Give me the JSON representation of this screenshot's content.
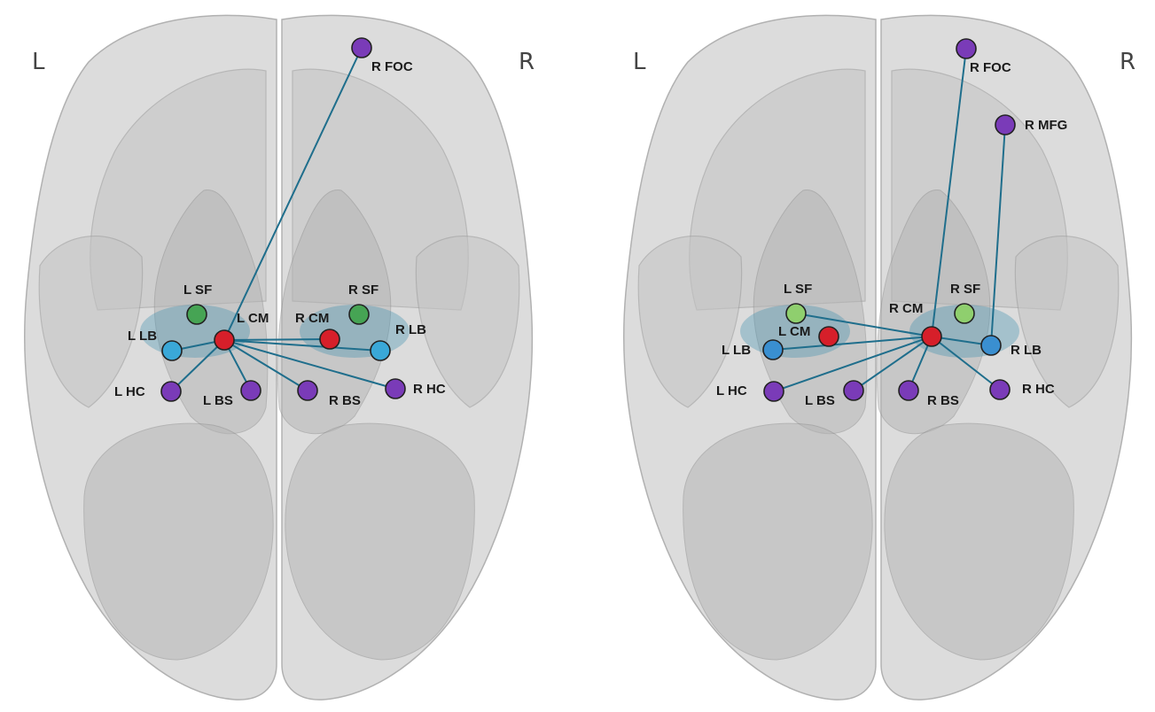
{
  "colors": {
    "CM": "#d61f2a",
    "SF": "#46a454",
    "LB": "#3aa8d8",
    "target": "#7a3bb8",
    "edge": "#1f6e8c"
  },
  "panels": [
    {
      "id": "left",
      "side_left": "L",
      "side_right": "R",
      "hub": "L CM",
      "nodes": [
        {
          "id": "LSF",
          "label": "L SF",
          "group": "SF"
        },
        {
          "id": "LCM",
          "label": "L CM",
          "group": "CM"
        },
        {
          "id": "LLB",
          "label": "L LB",
          "group": "LB"
        },
        {
          "id": "LHC",
          "label": "L HC",
          "group": "target"
        },
        {
          "id": "LBS",
          "label": "L BS",
          "group": "target"
        },
        {
          "id": "RSF",
          "label": "R SF",
          "group": "SF"
        },
        {
          "id": "RCM",
          "label": "R CM",
          "group": "CM"
        },
        {
          "id": "RLB",
          "label": "R LB",
          "group": "LB"
        },
        {
          "id": "RBS",
          "label": "R BS",
          "group": "target"
        },
        {
          "id": "RHC",
          "label": "R HC",
          "group": "target"
        },
        {
          "id": "RFOC",
          "label": "R FOC",
          "group": "target"
        }
      ],
      "edges": [
        [
          "LCM",
          "RFOC"
        ],
        [
          "LCM",
          "LLB"
        ],
        [
          "LCM",
          "LHC"
        ],
        [
          "LCM",
          "LBS"
        ],
        [
          "LCM",
          "RCM"
        ],
        [
          "LCM",
          "RLB"
        ],
        [
          "LCM",
          "RBS"
        ],
        [
          "LCM",
          "RHC"
        ]
      ]
    },
    {
      "id": "right",
      "side_left": "L",
      "side_right": "R",
      "hub": "R CM",
      "nodes": [
        {
          "id": "LSF",
          "label": "L SF",
          "group": "SF"
        },
        {
          "id": "LCM",
          "label": "L CM",
          "group": "CM"
        },
        {
          "id": "LLB",
          "label": "L LB",
          "group": "LB"
        },
        {
          "id": "LHC",
          "label": "L HC",
          "group": "target"
        },
        {
          "id": "LBS",
          "label": "L BS",
          "group": "target"
        },
        {
          "id": "RSF",
          "label": "R SF",
          "group": "SF"
        },
        {
          "id": "RCM",
          "label": "R CM",
          "group": "CM"
        },
        {
          "id": "RLB",
          "label": "R LB",
          "group": "LB"
        },
        {
          "id": "RBS",
          "label": "R BS",
          "group": "target"
        },
        {
          "id": "RHC",
          "label": "R HC",
          "group": "target"
        },
        {
          "id": "RFOC",
          "label": "R FOC",
          "group": "target"
        },
        {
          "id": "RMFG",
          "label": "R MFG",
          "group": "target"
        }
      ],
      "edges": [
        [
          "RCM",
          "RFOC"
        ],
        [
          "RMFG",
          "RLB"
        ],
        [
          "RCM",
          "LSF"
        ],
        [
          "RCM",
          "LLB"
        ],
        [
          "RCM",
          "LHC"
        ],
        [
          "RCM",
          "LBS"
        ],
        [
          "RCM",
          "RBS"
        ],
        [
          "RCM",
          "RLB"
        ],
        [
          "RCM",
          "RHC"
        ]
      ]
    }
  ]
}
